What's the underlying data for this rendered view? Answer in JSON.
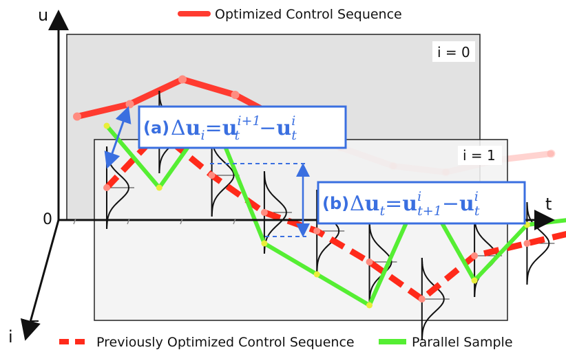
{
  "axes": {
    "u_label": "u",
    "t_label": "t",
    "i_label": "i",
    "origin_label": "0"
  },
  "iterations": {
    "back_label": "i = 0",
    "front_label": "i = 1"
  },
  "legend": {
    "optimized": "Optimized Control Sequence",
    "previous": "Previously Optimized Control Sequence",
    "parallel": "Parallel Sample"
  },
  "equations": {
    "a": {
      "tag": "(a)",
      "delta": "Δ",
      "u": "u",
      "sub": "i",
      "eq": "=",
      "sub_right": "t",
      "sup_left": "i+1",
      "minus": "−",
      "sup_right": "i"
    },
    "b": {
      "tag": "(b)",
      "delta": "Δ",
      "u": "u",
      "sub": "t",
      "eq": "=",
      "sub_left": "t+1",
      "sup_left": "i",
      "minus": "−",
      "sub_right": "t",
      "sup_right": "i"
    }
  },
  "colors": {
    "optimized": "#ff3b30",
    "previous": "#ff2a1a",
    "parallel": "#55ee33",
    "annotation": "#3a6fe0",
    "back_panel": "#e2e2e2",
    "front_panel": "#f3f3f3"
  },
  "chart_data": {
    "type": "line",
    "series": [
      {
        "key": "optimized_i0",
        "values": [
          2.9,
          3.3,
          4.1,
          3.6,
          2.7,
          1.9,
          1.3,
          1.1,
          1.5,
          1.7
        ]
      },
      {
        "key": "previous_i1",
        "values": [
          0.3,
          1.2,
          0.5,
          -0.1,
          -0.4,
          -0.9,
          -1.5,
          -0.8,
          -0.6,
          -0.4
        ]
      },
      {
        "key": "parallel_i1",
        "values": [
          1.3,
          0.3,
          1.5,
          -0.6,
          -1.1,
          -1.6,
          0.3,
          -1.2,
          -0.3,
          -0.2
        ]
      }
    ]
  }
}
